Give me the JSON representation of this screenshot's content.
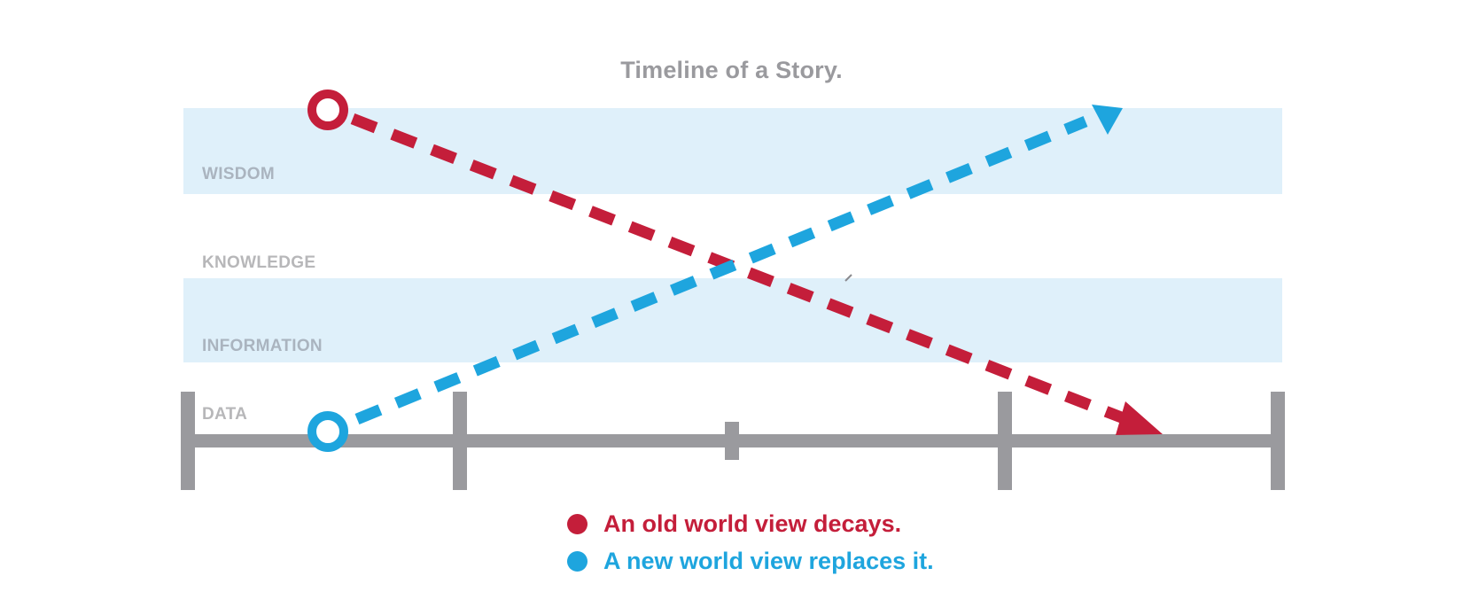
{
  "title": "Timeline of a Story.",
  "levels": {
    "wisdom": "WISDOM",
    "knowledge": "KNOWLEDGE",
    "information": "INFORMATION",
    "data": "DATA"
  },
  "legend": [
    {
      "label": "An old world view decays.",
      "color": "#c41e3a"
    },
    {
      "label": "A new world view replaces it.",
      "color": "#1ea5de"
    }
  ],
  "colors": {
    "old": "#c41e3a",
    "new": "#1ea5de",
    "band": "#dff0fa",
    "axis": "#9a9a9e"
  }
}
